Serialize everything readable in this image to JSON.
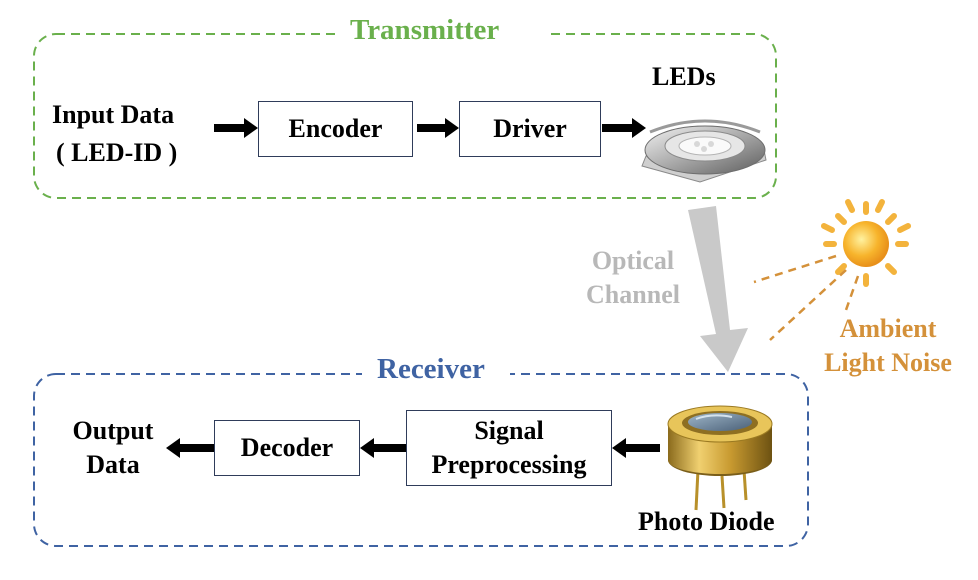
{
  "transmitter": {
    "title": "Transmitter",
    "input_line1": "Input Data",
    "input_line2": "( LED-ID )",
    "encoder": "Encoder",
    "driver": "Driver",
    "leds": "LEDs"
  },
  "channel": {
    "line1": "Optical",
    "line2": "Channel"
  },
  "noise": {
    "line1": "Ambient",
    "line2": "Light Noise"
  },
  "receiver": {
    "title": "Receiver",
    "output_line1": "Output",
    "output_line2": "Data",
    "decoder": "Decoder",
    "preproc_line1": "Signal",
    "preproc_line2": "Preprocessing",
    "photodiode": "Photo Diode"
  },
  "colors": {
    "transmitter": "#6ab04c",
    "receiver": "#3f63a3",
    "channel": "#b8b8b8",
    "noise": "#d4913a"
  }
}
